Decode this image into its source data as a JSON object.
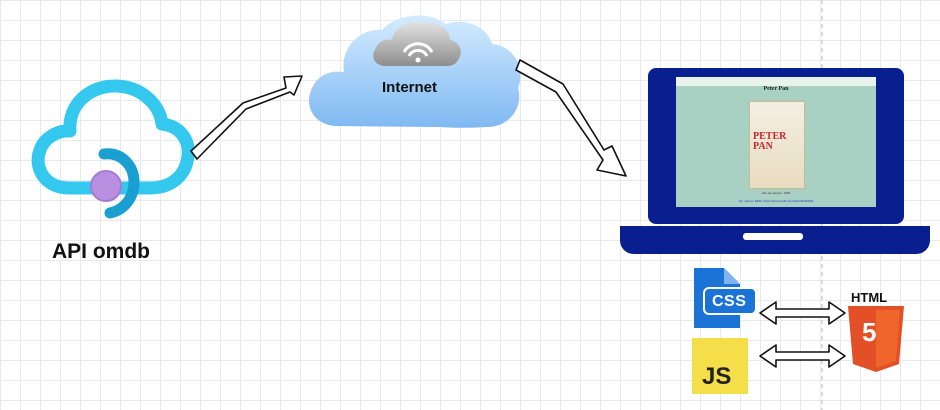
{
  "nodes": {
    "api": {
      "label": "API omdb"
    },
    "internet": {
      "label": "Internet"
    },
    "screen": {
      "title": "Peter Pan",
      "poster_text": "PETER PAN",
      "year_line": "Año de estreno: 1953",
      "link_line": "Ver más en IMDb: https://www.imdb.com/title/tt0046183/"
    },
    "css": {
      "label": "CSS"
    },
    "js": {
      "label": "JS"
    },
    "html": {
      "label": "HTML",
      "version": "5"
    }
  },
  "colors": {
    "laptop": "#0a1f8f",
    "cloud_blue": "#35c8ef",
    "internet_cloud": "#a9d4fb",
    "css_blue": "#1b73d6",
    "js_yellow": "#f4de4a",
    "html_orange": "#e34f26",
    "screen_bg": "#a9d1c3"
  }
}
